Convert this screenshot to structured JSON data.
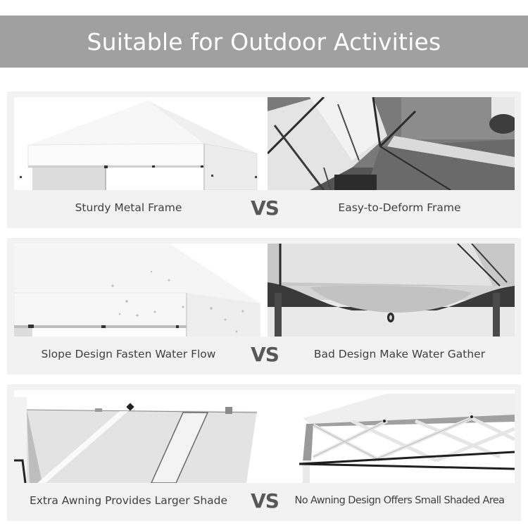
{
  "header": {
    "title": "Suitable for Outdoor Activities",
    "background_color": "#a0a0a0",
    "text_color": "#ffffff"
  },
  "comparisons": [
    {
      "left": {
        "caption": "Sturdy Metal Frame",
        "image": "white-canopy-tent-peaked-roof"
      },
      "separator": "VS",
      "right": {
        "caption": "Easy-to-Deform Frame",
        "image": "collapsed-bent-tent-frame-photo"
      }
    },
    {
      "left": {
        "caption": "Slope Design Fasten Water Flow",
        "image": "sloped-canopy-roof-with-water-droplets"
      },
      "separator": "VS",
      "right": {
        "caption": "Bad Design Make Water Gather",
        "image": "sagging-canopy-with-pooled-water-photo"
      }
    },
    {
      "left": {
        "caption": "Extra Awning Provides Larger Shade",
        "image": "canopy-underside-with-extra-awning"
      },
      "separator": "VS",
      "right": {
        "caption": "No Awning Design Offers Small Shaded Area",
        "image": "canopy-scissor-truss-frame-no-awning"
      }
    }
  ],
  "colors": {
    "panel_background": "#f2f2f2",
    "caption_text": "#404040",
    "vs_text": "#585858"
  }
}
